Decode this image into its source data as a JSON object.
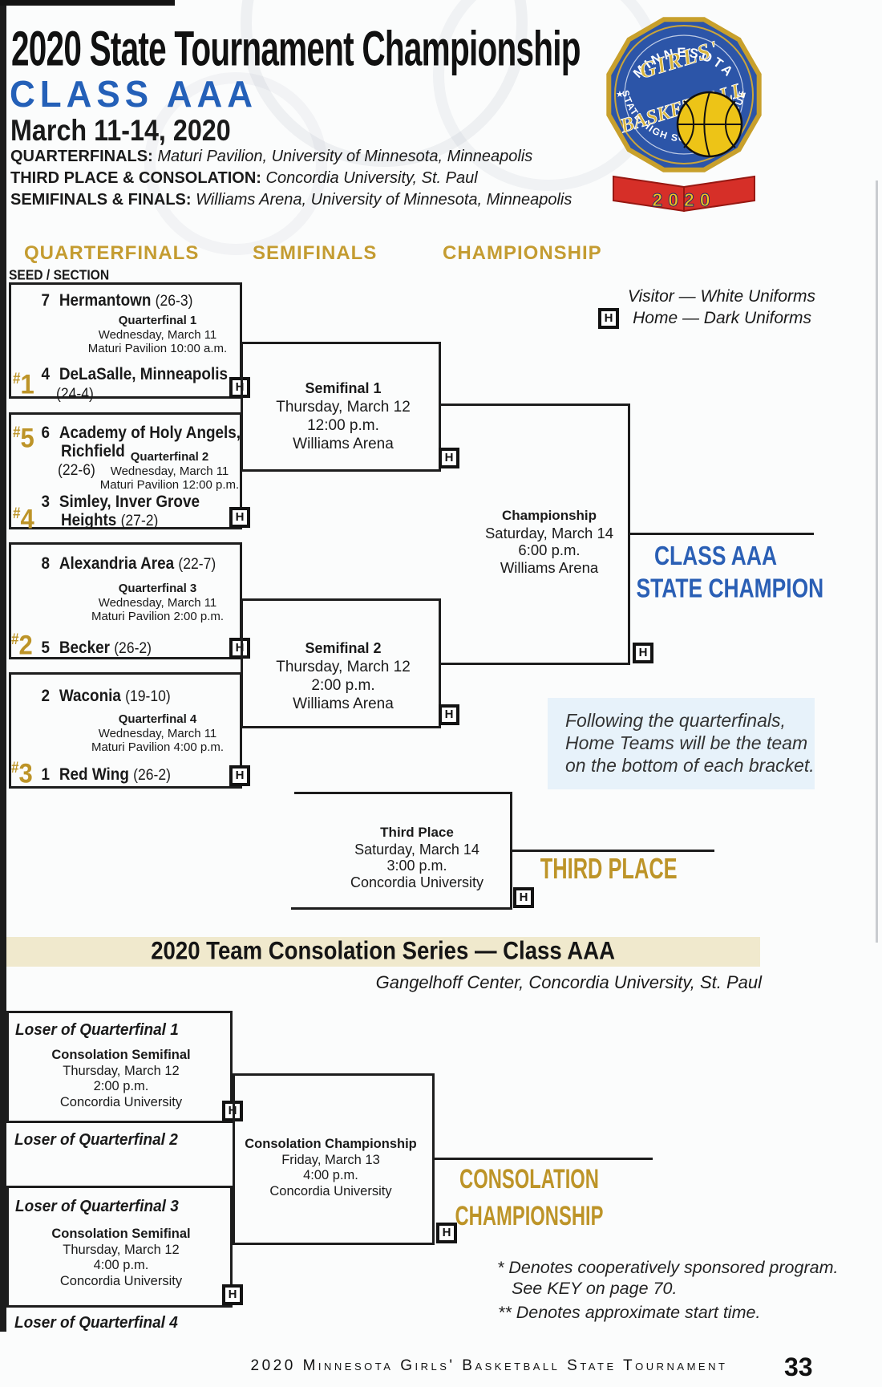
{
  "header": {
    "title": "2020 State Tournament Championship",
    "class_label": "CLASS AAA",
    "dates": "March 11-14, 2020",
    "venues": [
      {
        "label": "QUARTERFINALS:",
        "value": "Maturi Pavilion, University of Minnesota, Minneapolis"
      },
      {
        "label": "THIRD PLACE & CONSOLATION:",
        "value": "Concordia University, St. Paul"
      },
      {
        "label": "SEMIFINALS & FINALS:",
        "value": "Williams Arena, University of Minnesota, Minneapolis"
      }
    ]
  },
  "logo": {
    "top_arc": "MINNESOTA",
    "bottom_arc": "STATE HIGH SCHOOL LEAGUE",
    "script_line1": "GIRLS'",
    "script_line2": "BASKETBALL",
    "year": "2020"
  },
  "columns": {
    "quarterfinals": "QUARTERFINALS",
    "semifinals": "SEMIFINALS",
    "championship": "CHAMPIONSHIP",
    "seed_section": "SEED / SECTION"
  },
  "legend": {
    "visitor": "Visitor — White Uniforms",
    "home": "Home — Dark Uniforms",
    "h": "H"
  },
  "bracket": {
    "quarterfinals": [
      {
        "title": "Quarterfinal 1",
        "date": "Wednesday, March 11",
        "venue_time": "Maturi Pavilion 10:00 a.m.",
        "top": {
          "seed": "7",
          "name": "Hermantown",
          "record": "(26-3)"
        },
        "bottom": {
          "section": {
            "hash": "#",
            "num": "1"
          },
          "seed": "4",
          "name": "DeLaSalle, Minneapolis",
          "record": "(24-4)"
        }
      },
      {
        "title": "Quarterfinal 2",
        "date": "Wednesday, March 11",
        "venue_time": "Maturi Pavilion 12:00 p.m.",
        "top": {
          "section": {
            "hash": "#",
            "num": "5"
          },
          "seed": "6",
          "name_line1": "Academy of Holy Angels,",
          "name_line2": "Richfield",
          "record": "(22-6)"
        },
        "bottom": {
          "section": {
            "hash": "#",
            "num": "4"
          },
          "seed": "3",
          "name_line1": "Simley, Inver Grove",
          "name_line2": "Heights",
          "record": "(27-2)"
        }
      },
      {
        "title": "Quarterfinal 3",
        "date": "Wednesday, March 11",
        "venue_time": "Maturi Pavilion 2:00 p.m.",
        "top": {
          "seed": "8",
          "name": "Alexandria Area",
          "record": "(22-7)"
        },
        "bottom": {
          "section": {
            "hash": "#",
            "num": "2"
          },
          "seed": "5",
          "name": "Becker",
          "record": "(26-2)"
        }
      },
      {
        "title": "Quarterfinal 4",
        "date": "Wednesday, March 11",
        "venue_time": "Maturi Pavilion 4:00 p.m.",
        "top": {
          "seed": "2",
          "name": "Waconia",
          "record": "(19-10)"
        },
        "bottom": {
          "section": {
            "hash": "#",
            "num": "3"
          },
          "seed": "1",
          "name": "Red Wing",
          "record": "(26-2)"
        }
      }
    ],
    "semifinals": [
      {
        "title": "Semifinal 1",
        "date": "Thursday, March 12",
        "time": "12:00 p.m.",
        "venue": "Williams Arena"
      },
      {
        "title": "Semifinal 2",
        "date": "Thursday, March 12",
        "time": "2:00 p.m.",
        "venue": "Williams Arena"
      }
    ],
    "championship": {
      "title": "Championship",
      "date": "Saturday, March 14",
      "time": "6:00 p.m.",
      "venue": "Williams Arena",
      "champion_line1": "CLASS AAA",
      "champion_line2": "STATE CHAMPION"
    },
    "third_place": {
      "title": "Third Place",
      "date": "Saturday, March 14",
      "time": "3:00 p.m.",
      "venue": "Concordia University",
      "label": "THIRD PLACE"
    },
    "note_lines": [
      "Following the quarterfinals,",
      "Home Teams will be the team",
      "on the bottom of each bracket."
    ]
  },
  "consolation": {
    "banner": "2020 Team Consolation Series — Class AAA",
    "location": "Gangelhoff Center, Concordia University, St. Paul",
    "semifinal1": {
      "entrant_top": "Loser of Quarterfinal 1",
      "title": "Consolation Semifinal",
      "date": "Thursday, March 12",
      "time": "2:00 p.m.",
      "venue": "Concordia University",
      "entrant_bottom": "Loser of Quarterfinal 2"
    },
    "semifinal2": {
      "entrant_top": "Loser of Quarterfinal 3",
      "title": "Consolation Semifinal",
      "date": "Thursday, March 12",
      "time": "4:00 p.m.",
      "venue": "Concordia University",
      "entrant_bottom": "Loser of Quarterfinal 4"
    },
    "championship": {
      "title": "Consolation Championship",
      "date": "Friday, March 13",
      "time": "4:00 p.m.",
      "venue": "Concordia University",
      "label_line1": "CONSOLATION",
      "label_line2": "CHAMPIONSHIP"
    }
  },
  "footnotes": {
    "coop_line1": "* Denotes cooperatively sponsored program.",
    "coop_line2": "See KEY on page 70.",
    "approx": "** Denotes approximate start time."
  },
  "footer": {
    "text": "2020 Minnesota Girls' Basketball State Tournament",
    "page_number": "33"
  }
}
